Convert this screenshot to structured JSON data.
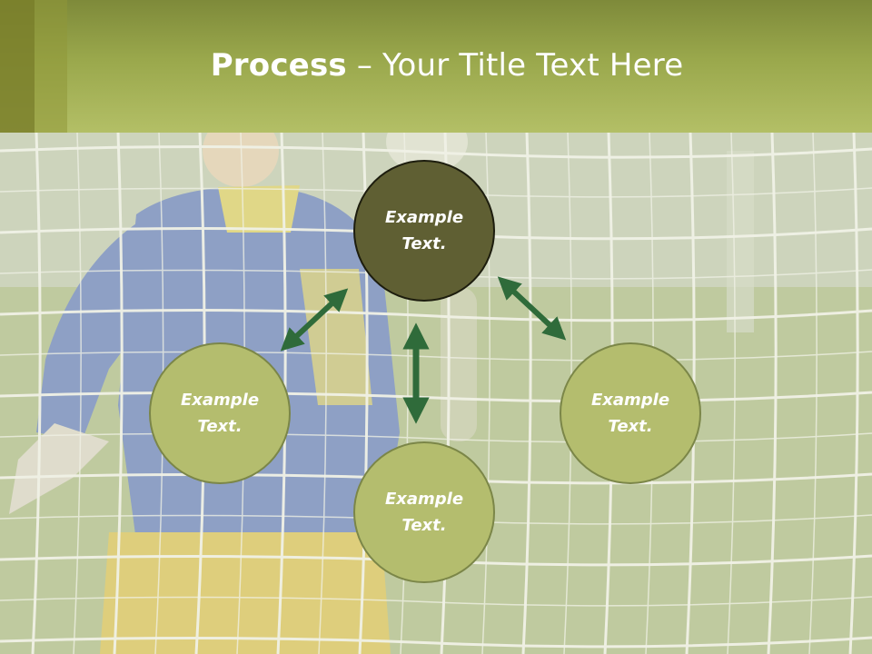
{
  "title": {
    "bold": "Process",
    "rest": " – Your Title Text Here"
  },
  "diagram": {
    "center": "Example Text.",
    "left": "Example Text.",
    "right": "Example Text.",
    "bottom": "Example Text."
  },
  "colors": {
    "header": "#9aa84c",
    "center_node": "#5f5f33",
    "outer_node": "#b4bd6e",
    "arrow": "#2f6b3a"
  }
}
